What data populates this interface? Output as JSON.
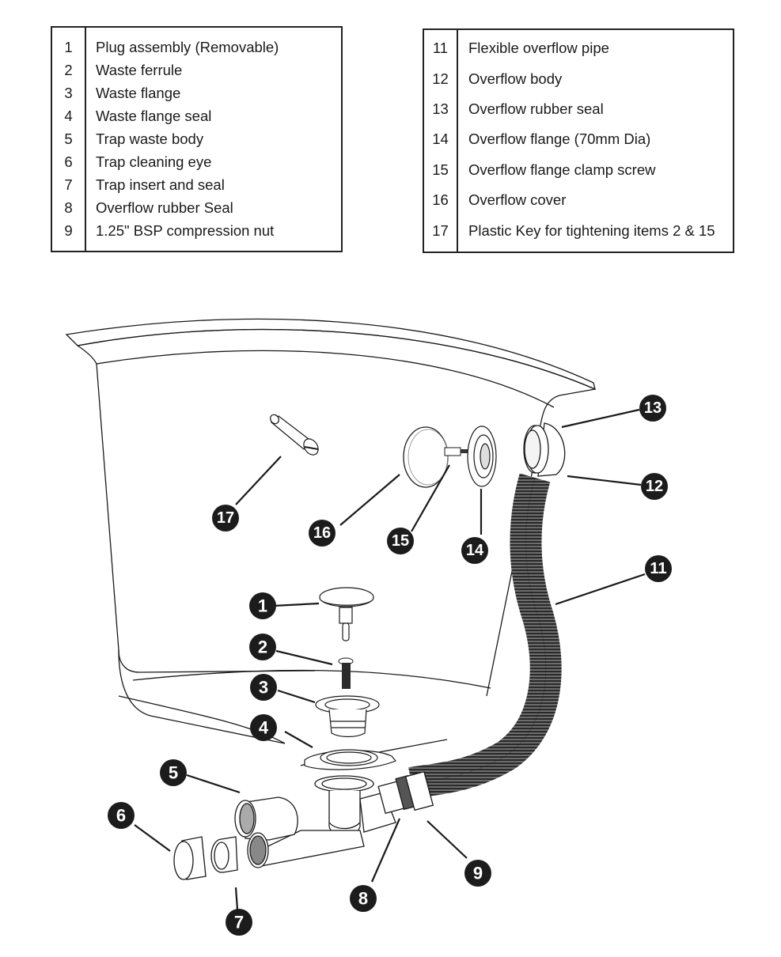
{
  "parts_table_left": {
    "rows": [
      {
        "num": "1",
        "desc": "Plug assembly (Removable)"
      },
      {
        "num": "2",
        "desc": "Waste ferrule"
      },
      {
        "num": "3",
        "desc": "Waste flange"
      },
      {
        "num": "4",
        "desc": "Waste flange seal"
      },
      {
        "num": "5",
        "desc": "Trap waste body"
      },
      {
        "num": "6",
        "desc": "Trap cleaning eye"
      },
      {
        "num": "7",
        "desc": "Trap insert and seal"
      },
      {
        "num": "8",
        "desc": "Overflow rubber Seal"
      },
      {
        "num": "9",
        "desc": "1.25\" BSP compression nut"
      }
    ]
  },
  "parts_table_right": {
    "rows": [
      {
        "num": "11",
        "desc": "Flexible overflow pipe"
      },
      {
        "num": "12",
        "desc": "Overflow body"
      },
      {
        "num": "13",
        "desc": "Overflow rubber seal"
      },
      {
        "num": "14",
        "desc": "Overflow flange (70mm Dia)"
      },
      {
        "num": "15",
        "desc": "Overflow flange clamp screw"
      },
      {
        "num": "16",
        "desc": "Overflow cover"
      },
      {
        "num": "17",
        "desc": "Plastic Key for tightening items 2 & 15"
      }
    ]
  },
  "diagram": {
    "callouts": {
      "c1": "1",
      "c2": "2",
      "c3": "3",
      "c4": "4",
      "c5": "5",
      "c6": "6",
      "c7": "7",
      "c8": "8",
      "c9": "9",
      "c11": "11",
      "c12": "12",
      "c13": "13",
      "c14": "14",
      "c15": "15",
      "c16": "16",
      "c17": "17"
    },
    "colors": {
      "callout_fill": "#1c1c1c",
      "line": "#1a1a1a",
      "hose": "#2a2a2a"
    }
  }
}
